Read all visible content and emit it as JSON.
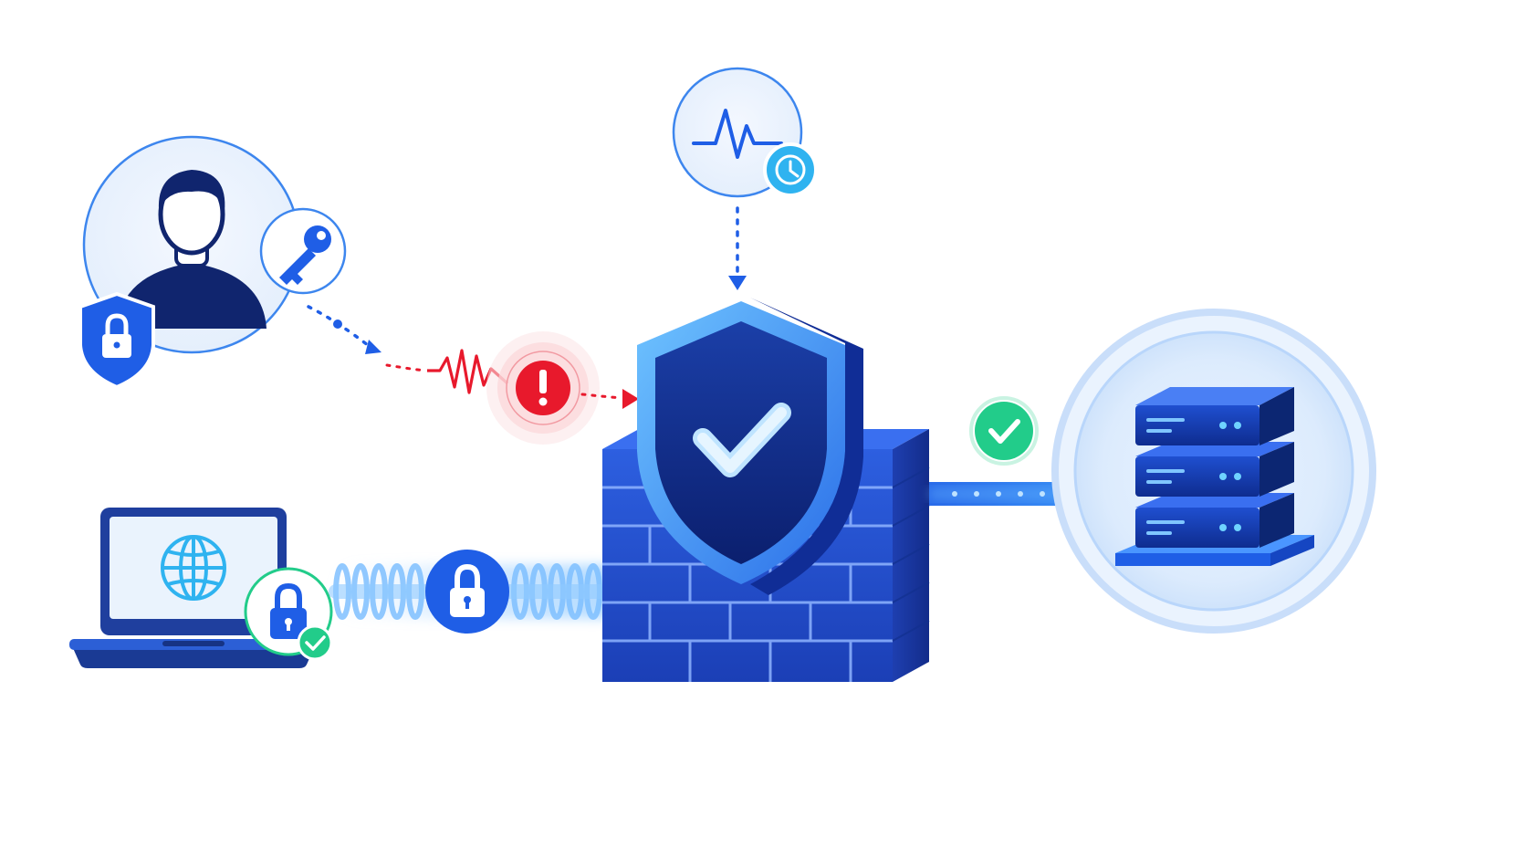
{
  "diagram": {
    "title": "",
    "colors": {
      "brand_blue": "#1f5ee6",
      "deep_blue": "#0e2a8a",
      "navy": "#0a1c5c",
      "light_blue_fill": "#e9f2fd",
      "ring_blue": "#3d86ee",
      "threat_red": "#e8192c",
      "success_green": "#22cc8a",
      "cyan_accent": "#2fb3f0"
    },
    "nodes": [
      {
        "id": "user",
        "icons": [
          "user-avatar-icon",
          "key-icon",
          "shield-lock-icon"
        ]
      },
      {
        "id": "laptop",
        "icons": [
          "laptop-icon",
          "globe-icon",
          "lock-check-icon"
        ]
      },
      {
        "id": "monitor",
        "icons": [
          "heartbeat-icon",
          "clock-icon"
        ]
      },
      {
        "id": "firewall",
        "icons": [
          "brick-wall-icon",
          "shield-check-icon"
        ]
      },
      {
        "id": "server",
        "icons": [
          "server-stack-icon"
        ]
      }
    ],
    "connections": [
      {
        "from": "user",
        "to": "firewall",
        "style": "dotted",
        "status": "threat",
        "icons": [
          "signal-wave-icon",
          "alert-icon"
        ]
      },
      {
        "from": "monitor",
        "to": "firewall",
        "style": "dotted",
        "status": "monitoring"
      },
      {
        "from": "laptop",
        "to": "firewall",
        "style": "encrypted-tunnel",
        "status": "secure",
        "icons": [
          "padlock-icon"
        ]
      },
      {
        "from": "firewall",
        "to": "server",
        "style": "solid",
        "status": "allowed",
        "icons": [
          "check-icon"
        ]
      }
    ]
  }
}
